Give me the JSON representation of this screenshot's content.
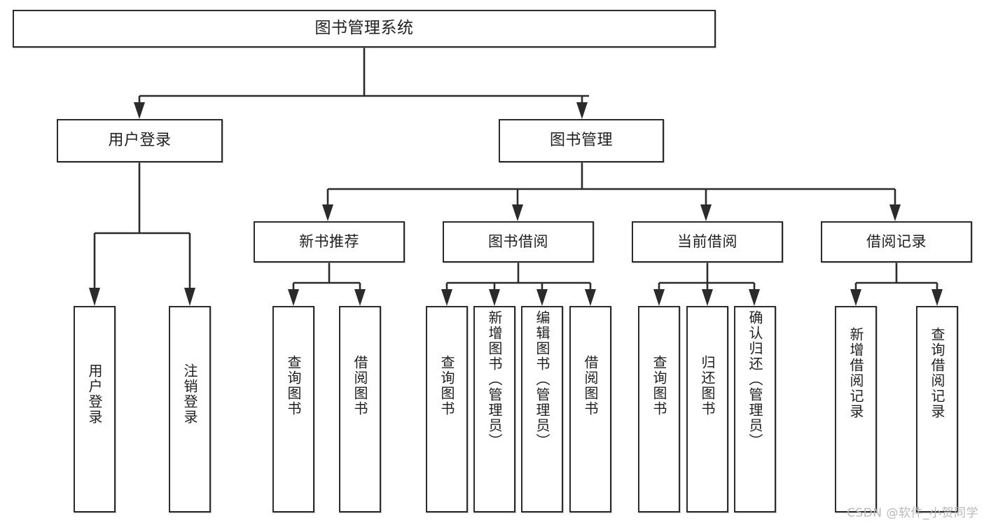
{
  "diagram": {
    "title": "图书管理系统",
    "type": "tree",
    "watermark": "CSDN @软件_小贺同学",
    "root": {
      "label": "图书管理系统"
    },
    "level2": [
      {
        "label": "用户登录"
      },
      {
        "label": "图书管理"
      }
    ],
    "level3": [
      {
        "label": "新书推荐"
      },
      {
        "label": "图书借阅"
      },
      {
        "label": "当前借阅"
      },
      {
        "label": "借阅记录"
      }
    ],
    "leaves": {
      "user_login": [
        {
          "label": "用户登录"
        },
        {
          "label": "注销登录"
        }
      ],
      "new_book_recommend": [
        {
          "label": "查询图书"
        },
        {
          "label": "借阅图书"
        }
      ],
      "book_borrow": [
        {
          "label": "查询图书"
        },
        {
          "label": "新增图书（管理员）"
        },
        {
          "label": "编辑图书（管理员）"
        },
        {
          "label": "借阅图书"
        }
      ],
      "current_borrow": [
        {
          "label": "查询图书"
        },
        {
          "label": "归还图书"
        },
        {
          "label": "确认归还（管理员）"
        }
      ],
      "borrow_records": [
        {
          "label": "新增借阅记录"
        },
        {
          "label": "查询借阅记录"
        }
      ]
    },
    "colors": {
      "stroke": "#2b2b2b",
      "fill": "#ffffff",
      "watermark": "#b9b9b9"
    }
  }
}
